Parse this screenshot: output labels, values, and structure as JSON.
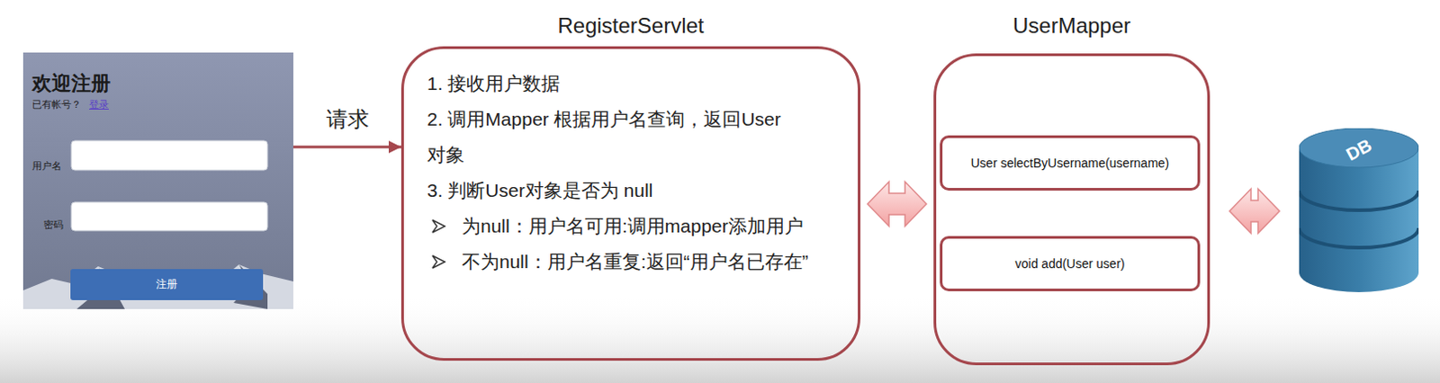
{
  "diagram": {
    "nodes": [
      {
        "text": [
          "欢迎注册",
          "已有帐号？",
          "登录",
          "用户名",
          "密码"
        ]
      },
      {
        "text": [
          "注册"
        ],
        "in": 0
      },
      {
        "text": [
          "RegisterServlet",
          "1. 接收用户数据",
          "2. 调用Mapper 根据用户名查询，返回User 对象",
          "3. 判断User对象是否为 null",
          "为null：用户名可用:调用mapper添加用户",
          "不为null：用户名重复:返回“用户名已存在”"
        ]
      },
      {
        "text": [
          "UserMapper"
        ]
      },
      {
        "text": [
          "User selectByUsername(username)"
        ],
        "in": 3
      },
      {
        "text": [
          "void add(User user)"
        ],
        "in": 3
      },
      {
        "text": [
          "DB"
        ]
      }
    ],
    "edges": [
      {
        "from": 0,
        "to": 2,
        "arrow": "to",
        "label": "请求"
      },
      {
        "from": 2,
        "to": 3,
        "arrow": "both"
      },
      {
        "from": 3,
        "to": 6,
        "arrow": "both"
      }
    ]
  }
}
